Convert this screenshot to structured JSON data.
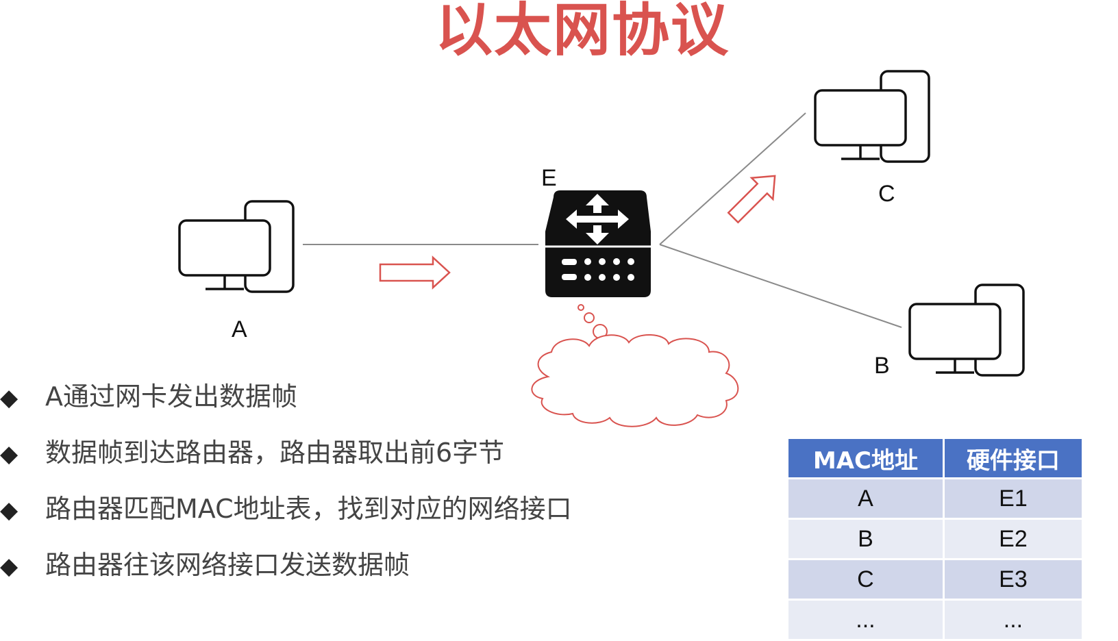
{
  "title": "以太网协议",
  "nodes": {
    "a": "A",
    "b": "B",
    "c": "C",
    "e": "E"
  },
  "bullets": [
    "A通过网卡发出数据帧",
    "数据帧到达路由器，路由器取出前6字节",
    "路由器匹配MAC地址表，找到对应的网络接口",
    "路由器往该网络接口发送数据帧"
  ],
  "bullet_marker": "◆",
  "mac_table": {
    "headers": [
      "MAC地址",
      "硬件接口"
    ],
    "rows": [
      [
        "A",
        "E1"
      ],
      [
        "B",
        "E2"
      ],
      [
        "C",
        "E3"
      ],
      [
        "...",
        "..."
      ]
    ]
  },
  "colors": {
    "title": "#d9534f",
    "arrow": "#d9534f",
    "table_header": "#4a72c4",
    "table_row_odd": "#d0d6ea",
    "table_row_even": "#e8ebf4"
  }
}
